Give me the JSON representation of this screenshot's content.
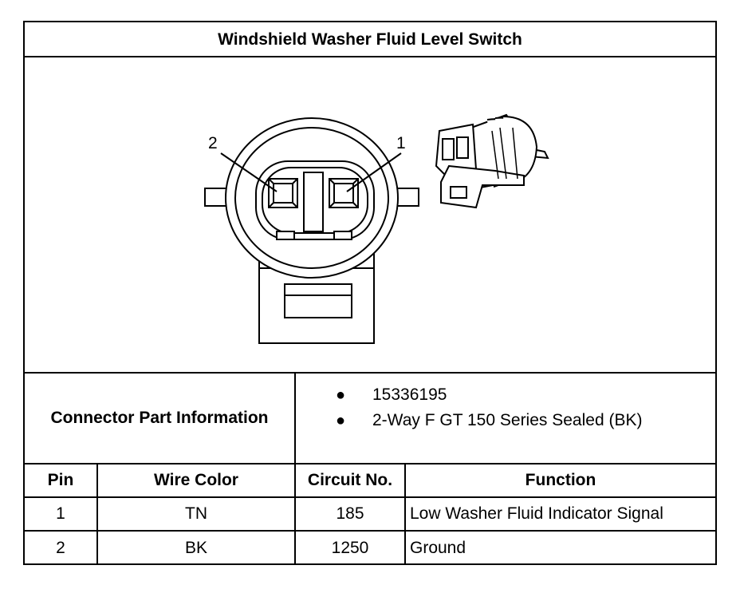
{
  "title": "Windshield Washer Fluid Level Switch",
  "diagram": {
    "pin_callouts": [
      "2",
      "1"
    ]
  },
  "connector_info": {
    "label": "Connector Part Information",
    "items": [
      "15336195",
      "2-Way F GT 150 Series Sealed (BK)"
    ]
  },
  "pin_table": {
    "headers": [
      "Pin",
      "Wire Color",
      "Circuit No.",
      "Function"
    ],
    "rows": [
      [
        "1",
        "TN",
        "185",
        "Low Washer Fluid Indicator Signal"
      ],
      [
        "2",
        "BK",
        "1250",
        "Ground"
      ]
    ]
  }
}
